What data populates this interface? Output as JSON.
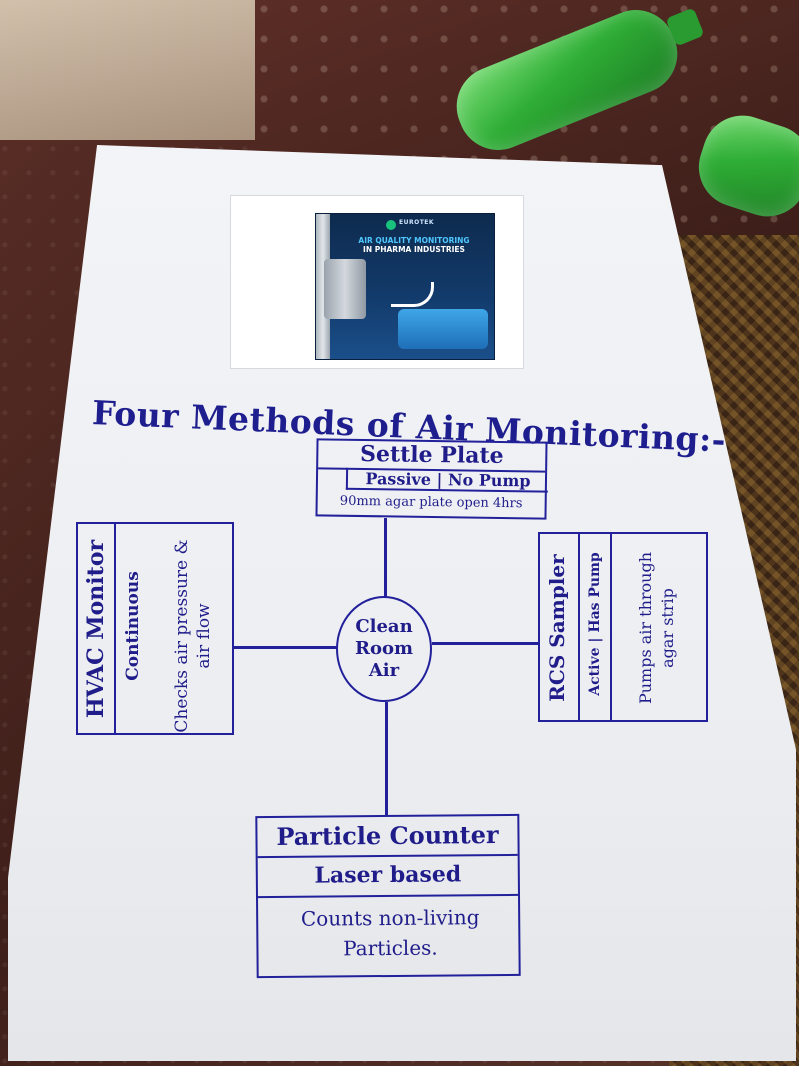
{
  "photo": {
    "poster": {
      "brand": "EUROTEK",
      "title_line1": "AIR QUALITY MONITORING",
      "title_line2": "IN PHARMA INDUSTRIES"
    },
    "sheet_title": "Four Methods of Air Monitoring:-",
    "center": {
      "line1": "Clean",
      "line2": "Room",
      "line3": "Air"
    },
    "settle_plate": {
      "heading": "Settle Plate",
      "subheading": "Passive | No Pump",
      "detail": "90mm agar plate open 4hrs"
    },
    "hvac_monitor": {
      "heading": "HVAC Monitor",
      "subheading": "Continuous",
      "detail": "Checks air pressure & air flow"
    },
    "rcs_sampler": {
      "heading": "RCS Sampler",
      "subheading": "Active | Has Pump",
      "detail": "Pumps air through agar strip"
    },
    "particle_counter": {
      "heading": "Particle Counter",
      "subheading": "Laser based",
      "detail": "Counts non-living Particles."
    }
  }
}
